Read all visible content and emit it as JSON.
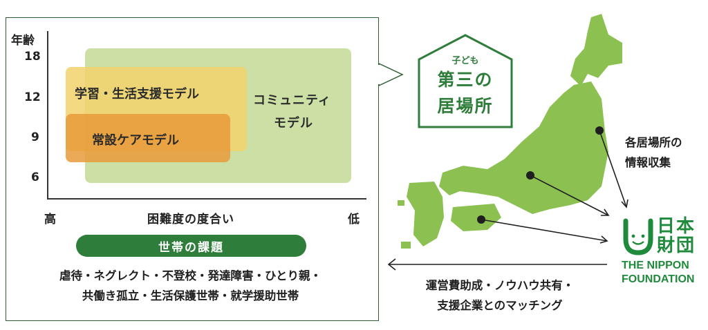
{
  "diagram": {
    "y_axis_label": "年齢",
    "y_ticks": [
      "18",
      "12",
      "9",
      "6"
    ],
    "x_low_left": "高",
    "x_axis_label": "困難度の度合い",
    "x_low_right": "低",
    "models": {
      "community_line1": "コミュニティ",
      "community_line2": "モデル",
      "study_support": "学習・生活支援モデル",
      "permanent_care": "常設ケアモデル"
    },
    "household_issues_title": "世帯の課題",
    "household_issues_line1": "虐待・ネグレクト・不登校・発達障害・ひとり親・",
    "household_issues_line2": "共働き孤立・生活保護世帯・就学援助世帯"
  },
  "house_sign": {
    "line1": "子ども",
    "line2": "第三の",
    "line3": "居場所"
  },
  "info_collection": {
    "line1": "各居場所の",
    "line2": "情報収集"
  },
  "foundation": {
    "kanji_line1": "日本",
    "kanji_line2": "財団",
    "name_line1": "THE NIPPON",
    "name_line2": "FOUNDATION"
  },
  "support_flow": {
    "line1": "運営費助成・ノウハウ共有・",
    "line2": "支援企業とのマッチング"
  },
  "colors": {
    "brand_green": "#2e7d3b",
    "map_green": "#8cc152",
    "community_green": "#c8dd9e",
    "study_yellow": "#f2d26c",
    "care_orange": "#e99a3a"
  }
}
